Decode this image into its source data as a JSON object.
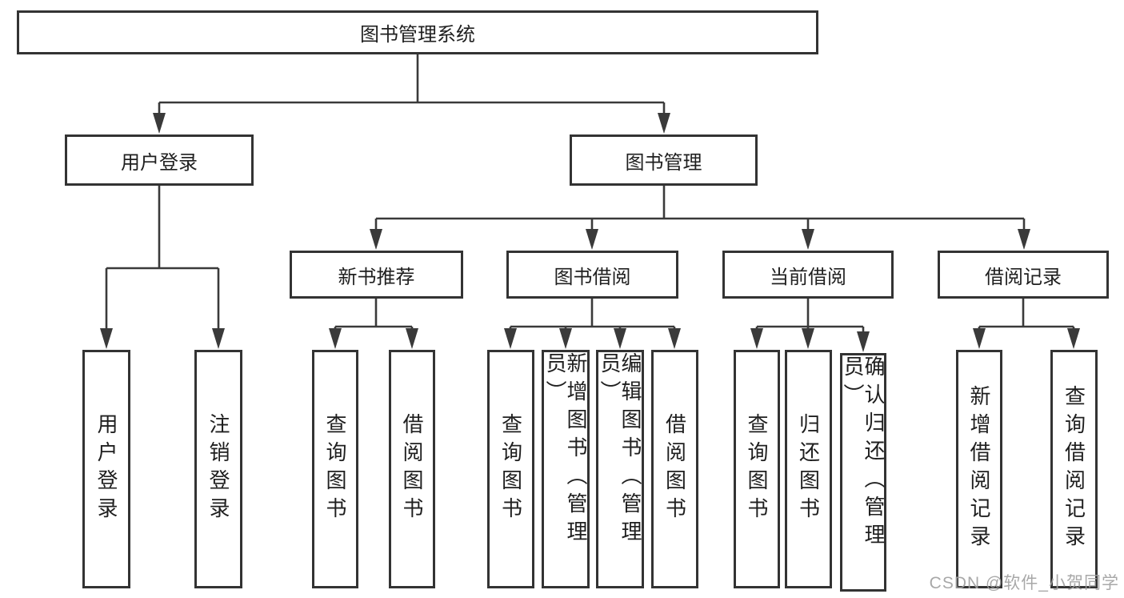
{
  "tree": {
    "root": {
      "label": "图书管理系统"
    },
    "children": [
      {
        "label": "用户登录",
        "children": [
          {
            "label": "用户登录"
          },
          {
            "label": "注销登录"
          }
        ]
      },
      {
        "label": "图书管理",
        "children": [
          {
            "label": "新书推荐",
            "children": [
              {
                "label": "查询图书"
              },
              {
                "label": "借阅图书"
              }
            ]
          },
          {
            "label": "图书借阅",
            "children": [
              {
                "label": "查询图书"
              },
              {
                "label": "新增图书（管理员）"
              },
              {
                "label": "编辑图书（管理员）"
              },
              {
                "label": "借阅图书"
              }
            ]
          },
          {
            "label": "当前借阅",
            "children": [
              {
                "label": "查询图书"
              },
              {
                "label": "归还图书"
              },
              {
                "label": "确认归还（管理员）"
              }
            ]
          },
          {
            "label": "借阅记录",
            "children": [
              {
                "label": "新增借阅记录"
              },
              {
                "label": "查询借阅记录"
              }
            ]
          }
        ]
      }
    ]
  },
  "watermark": "CSDN @软件_小贺同学",
  "colors": {
    "line": "#3a3a3a",
    "box_border": "#333333",
    "box_fill": "#ffffff",
    "text": "#1f1f1f",
    "watermark": "#9f9f9f"
  }
}
